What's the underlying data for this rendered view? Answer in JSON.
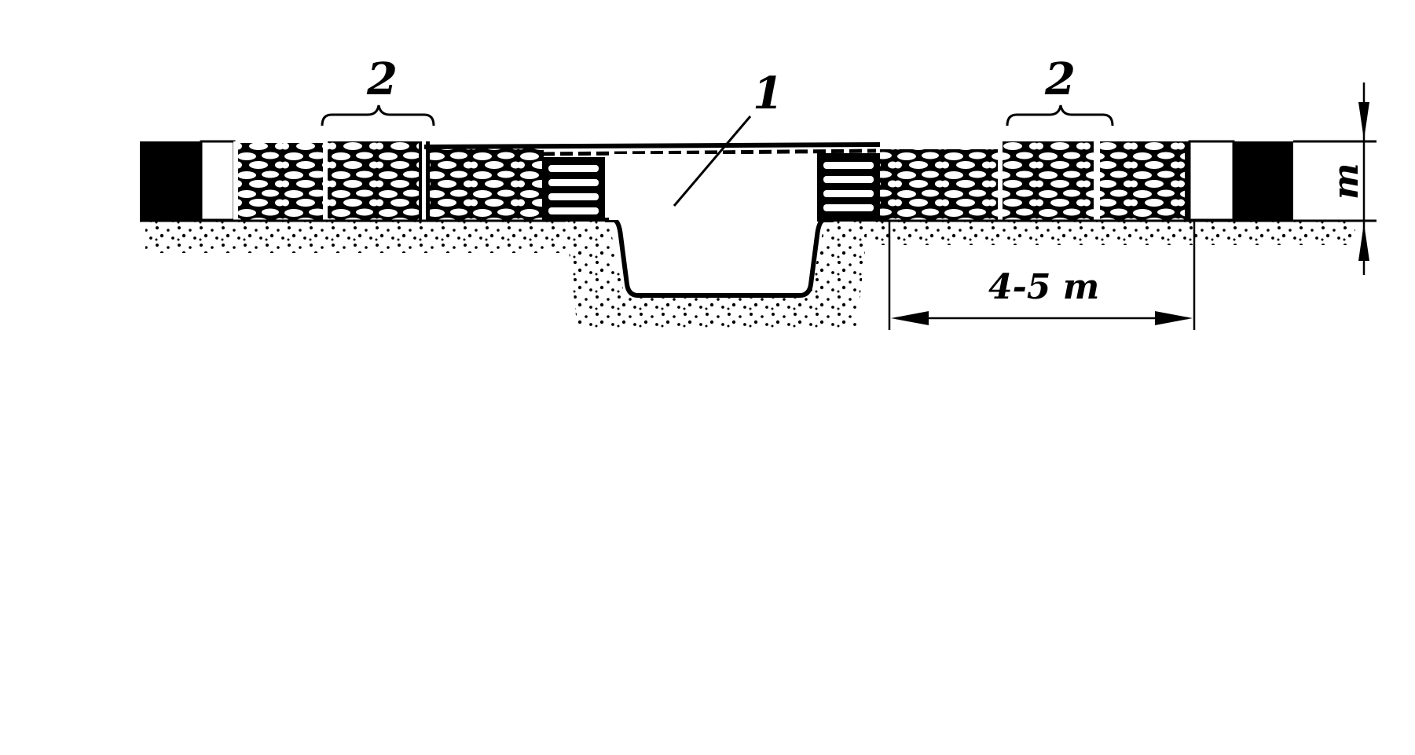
{
  "diagram": {
    "labels": {
      "entry": "1",
      "pack_left": "2",
      "pack_right": "2",
      "span": "4-5 m",
      "height": "m"
    },
    "colors": {
      "ink": "#000000",
      "paper": "#ffffff"
    }
  }
}
